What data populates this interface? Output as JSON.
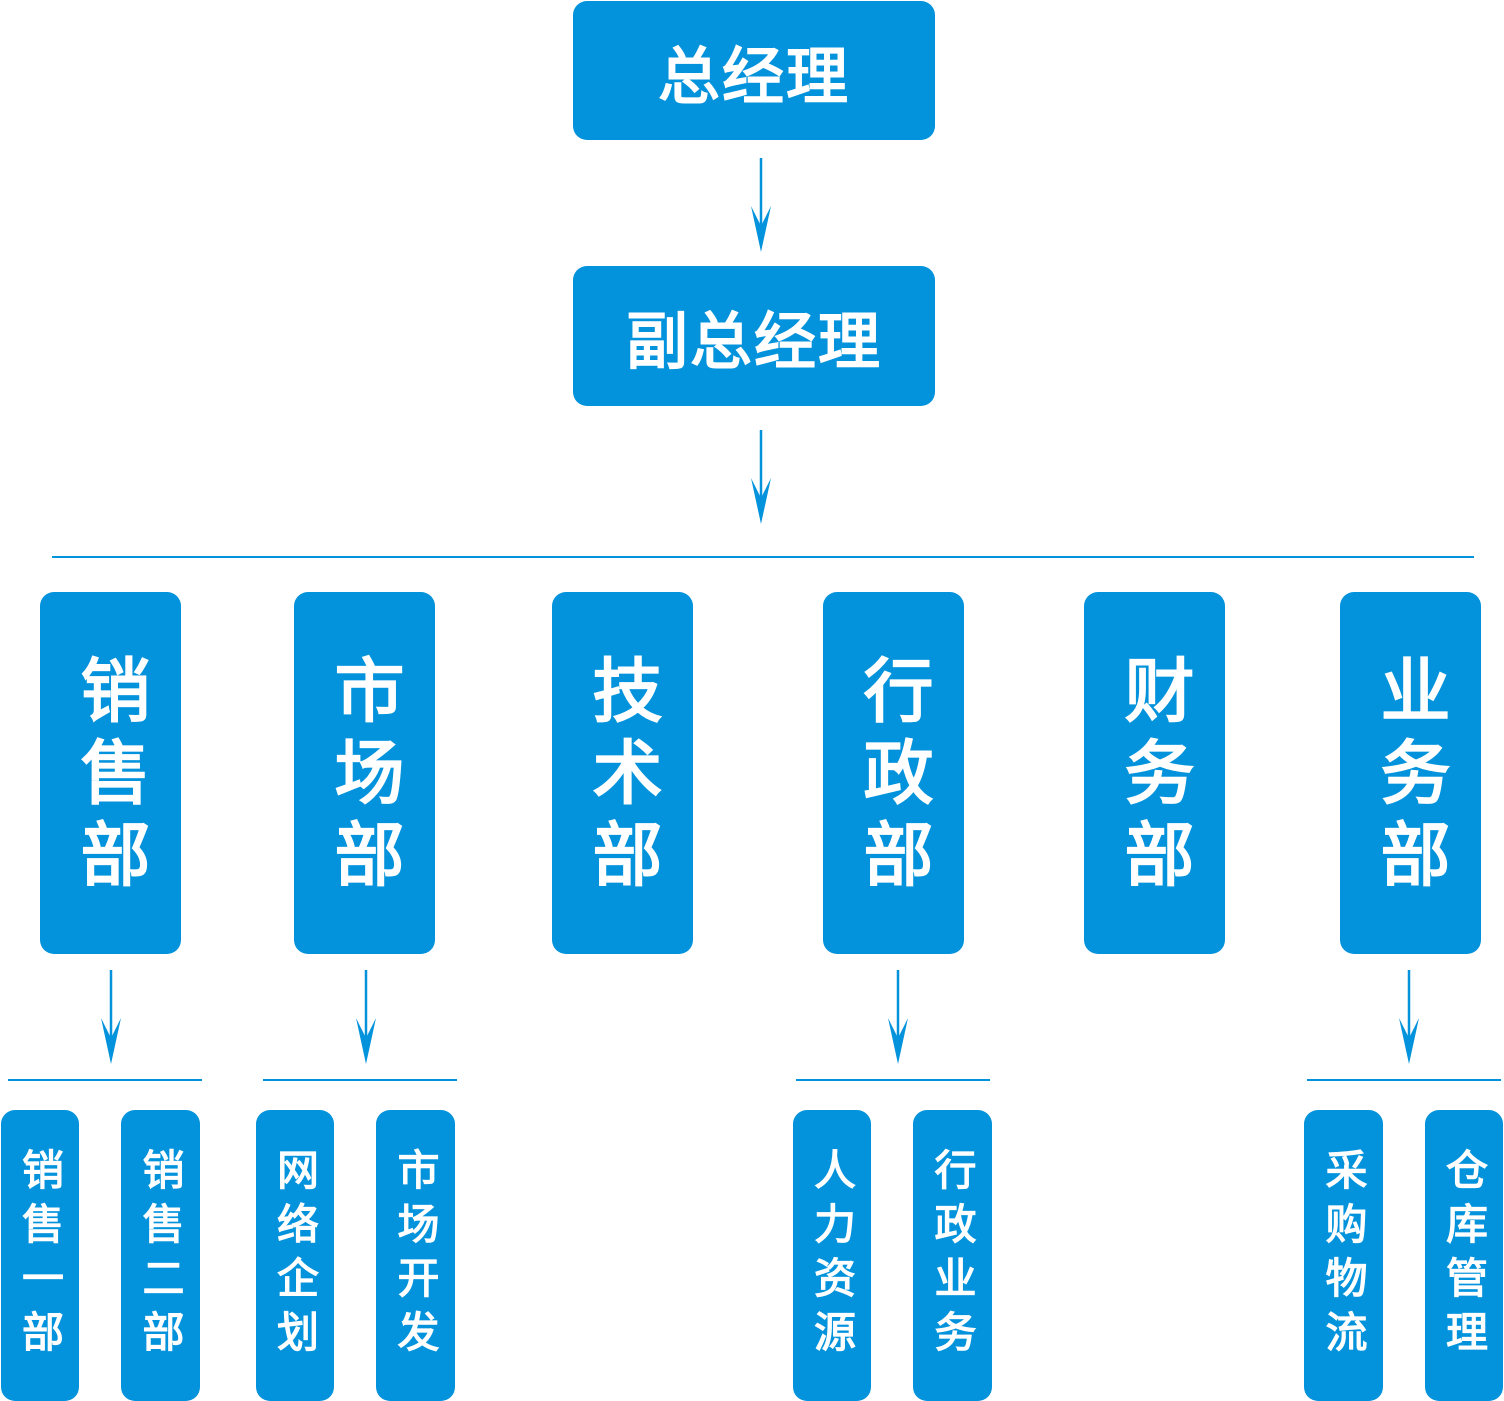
{
  "chart": {
    "general_manager": "总经理",
    "deputy_general_manager": "副总经理",
    "departments": [
      {
        "name": "销售部"
      },
      {
        "name": "市场部"
      },
      {
        "name": "技术部"
      },
      {
        "name": "行政部"
      },
      {
        "name": "财务部"
      },
      {
        "name": "业务部"
      }
    ],
    "sub_units": [
      {
        "name": "销售一部",
        "parent": "销售部"
      },
      {
        "name": "销售二部",
        "parent": "销售部"
      },
      {
        "name": "网络企划",
        "parent": "市场部"
      },
      {
        "name": "市场开发",
        "parent": "市场部"
      },
      {
        "name": "人力资源",
        "parent": "行政部"
      },
      {
        "name": "行政业务",
        "parent": "行政部"
      },
      {
        "name": "采购物流",
        "parent": "业务部"
      },
      {
        "name": "仓库管理",
        "parent": "业务部"
      }
    ]
  },
  "colors": {
    "node_fill": "#0393dc",
    "node_text": "#ffffff",
    "connector": "#0393dc"
  }
}
